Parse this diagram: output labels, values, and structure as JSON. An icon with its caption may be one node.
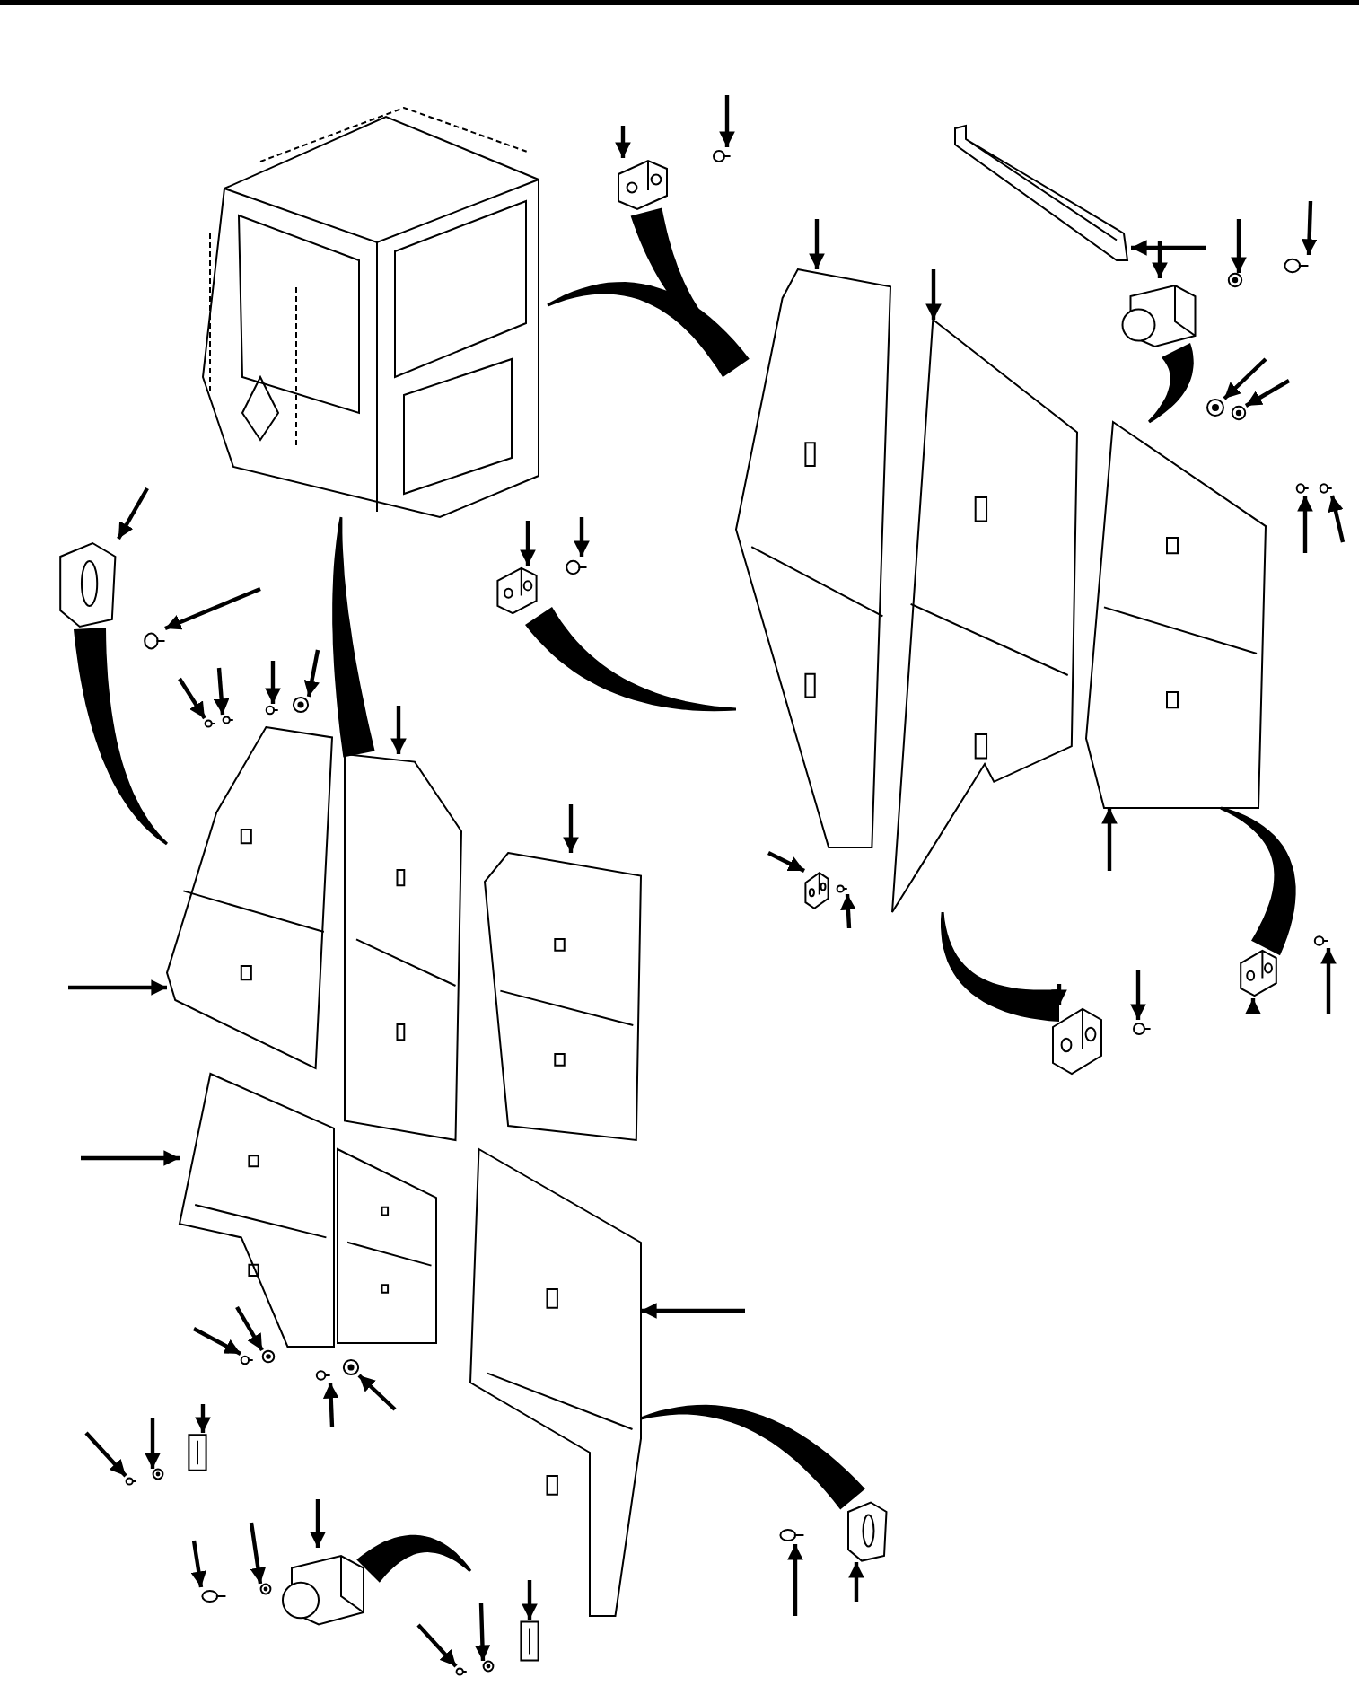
{
  "diagram": {
    "nodes": [
      {
        "text": [],
        "shape": "picture"
      },
      {
        "text": [],
        "shape": "picture"
      },
      {
        "text": [],
        "shape": "picture"
      },
      {
        "text": [],
        "shape": "picture"
      },
      {
        "text": [],
        "shape": "picture"
      },
      {
        "text": [],
        "shape": "picture"
      },
      {
        "text": [],
        "shape": "picture"
      },
      {
        "text": [],
        "shape": "picture"
      },
      {
        "text": [],
        "shape": "picture"
      },
      {
        "text": [],
        "shape": "picture"
      },
      {
        "text": [],
        "shape": "picture"
      },
      {
        "text": [],
        "shape": "picture"
      },
      {
        "text": [],
        "shape": "picture"
      },
      {
        "text": [],
        "shape": "picture"
      },
      {
        "text": [],
        "shape": "picture"
      },
      {
        "text": [],
        "shape": "picture"
      },
      {
        "text": [],
        "shape": "picture"
      },
      {
        "text": [],
        "shape": "picture"
      },
      {
        "text": [],
        "shape": "picture"
      },
      {
        "text": [],
        "shape": "picture"
      },
      {
        "text": [],
        "shape": "picture"
      },
      {
        "text": [],
        "shape": "picture"
      },
      {
        "text": [],
        "shape": "picture"
      },
      {
        "text": [],
        "shape": "picture"
      },
      {
        "text": [],
        "shape": "picture"
      },
      {
        "text": [],
        "shape": "picture"
      },
      {
        "text": [],
        "shape": "picture"
      },
      {
        "text": [],
        "shape": "picture"
      },
      {
        "text": [],
        "shape": "picture"
      },
      {
        "text": [],
        "shape": "picture"
      },
      {
        "text": [],
        "shape": "picture"
      },
      {
        "text": [],
        "shape": "picture"
      },
      {
        "text": [],
        "shape": "picture"
      },
      {
        "text": [],
        "shape": "picture"
      },
      {
        "text": [],
        "shape": "picture"
      },
      {
        "text": [],
        "shape": "picture"
      },
      {
        "text": [],
        "shape": "picture"
      },
      {
        "text": [],
        "shape": "picture"
      },
      {
        "text": [],
        "shape": "picture"
      },
      {
        "text": [],
        "shape": "picture"
      },
      {
        "text": [],
        "shape": "picture"
      },
      {
        "text": [],
        "shape": "picture"
      },
      {
        "text": [],
        "shape": "picture"
      },
      {
        "text": [],
        "shape": "picture"
      },
      {
        "text": [],
        "shape": "picture"
      },
      {
        "text": [],
        "shape": "picture"
      },
      {
        "text": [],
        "shape": "picture"
      },
      {
        "text": [],
        "shape": "picture"
      },
      {
        "text": [],
        "shape": "picture"
      }
    ],
    "edges": [
      {
        "from": null,
        "to": 4,
        "arrow": "to"
      },
      {
        "from": null,
        "to": 5,
        "arrow": "to"
      },
      {
        "from": null,
        "to": 6,
        "arrow": "to"
      },
      {
        "from": null,
        "to": 1,
        "arrow": "to"
      },
      {
        "from": null,
        "to": 2,
        "arrow": "to"
      },
      {
        "from": null,
        "to": 7,
        "arrow": "to"
      },
      {
        "from": null,
        "to": 8,
        "arrow": "to"
      },
      {
        "from": null,
        "to": 9,
        "arrow": "to"
      },
      {
        "from": null,
        "to": 10,
        "arrow": "to"
      },
      {
        "from": null,
        "to": 11,
        "arrow": "to"
      },
      {
        "from": null,
        "to": 12,
        "arrow": "to"
      },
      {
        "from": null,
        "to": 13,
        "arrow": "to"
      },
      {
        "from": null,
        "to": 14,
        "arrow": "to"
      },
      {
        "from": null,
        "to": 15,
        "arrow": "to"
      },
      {
        "from": null,
        "to": 16,
        "arrow": "to"
      },
      {
        "from": null,
        "to": 17,
        "arrow": "to"
      },
      {
        "from": null,
        "to": 18,
        "arrow": "to"
      },
      {
        "from": null,
        "to": 19,
        "arrow": "to"
      },
      {
        "from": null,
        "to": 20,
        "arrow": "to"
      },
      {
        "from": null,
        "to": 21,
        "arrow": "to"
      },
      {
        "from": null,
        "to": 23,
        "arrow": "to"
      },
      {
        "from": null,
        "to": 24,
        "arrow": "to"
      },
      {
        "from": null,
        "to": 22,
        "arrow": "to"
      },
      {
        "from": null,
        "to": 25,
        "arrow": "to"
      },
      {
        "from": null,
        "to": 27,
        "arrow": "to"
      },
      {
        "from": null,
        "to": 28,
        "arrow": "to"
      },
      {
        "from": null,
        "to": 29,
        "arrow": "to"
      },
      {
        "from": null,
        "to": 30,
        "arrow": "to"
      },
      {
        "from": null,
        "to": 31,
        "arrow": "to"
      },
      {
        "from": null,
        "to": 32,
        "arrow": "to"
      },
      {
        "from": null,
        "to": 33,
        "arrow": "to"
      },
      {
        "from": null,
        "to": 34,
        "arrow": "to"
      },
      {
        "from": null,
        "to": 35,
        "arrow": "to"
      },
      {
        "from": null,
        "to": 36,
        "arrow": "to"
      },
      {
        "from": null,
        "to": 37,
        "arrow": "to"
      },
      {
        "from": null,
        "to": 38,
        "arrow": "to"
      },
      {
        "from": null,
        "to": 39,
        "arrow": "to"
      },
      {
        "from": null,
        "to": 40,
        "arrow": "to"
      },
      {
        "from": null,
        "to": 41,
        "arrow": "to"
      },
      {
        "from": null,
        "to": 42,
        "arrow": "to"
      },
      {
        "from": null,
        "to": 43,
        "arrow": "to"
      },
      {
        "from": null,
        "to": 44,
        "arrow": "to"
      },
      {
        "from": null,
        "to": 45,
        "arrow": "to"
      },
      {
        "from": null,
        "to": 46,
        "arrow": "to"
      },
      {
        "from": null,
        "to": 47,
        "arrow": "to"
      },
      {
        "from": null,
        "to": 48,
        "arrow": "to"
      },
      {
        "from": null,
        "to": 3,
        "arrow": "to"
      },
      {
        "from": 0,
        "to": 1,
        "arrow": "none",
        "style": "thick"
      },
      {
        "from": 0,
        "to": 23,
        "arrow": "none",
        "style": "thick"
      },
      {
        "from": 1,
        "to": 4,
        "arrow": "none",
        "style": "thick"
      },
      {
        "from": 1,
        "to": 14,
        "arrow": "none",
        "style": "thick"
      },
      {
        "from": 3,
        "to": 7,
        "arrow": "none",
        "style": "thick"
      },
      {
        "from": 22,
        "to": 16,
        "arrow": "none",
        "style": "thick"
      },
      {
        "from": 2,
        "to": 45,
        "arrow": "none",
        "style": "thick"
      },
      {
        "from": 3,
        "to": 47,
        "arrow": "none",
        "style": "thick"
      },
      {
        "from": 27,
        "to": 42,
        "arrow": "none",
        "style": "thick"
      },
      {
        "from": 27,
        "to": 37,
        "arrow": "none",
        "style": "thick"
      }
    ]
  }
}
